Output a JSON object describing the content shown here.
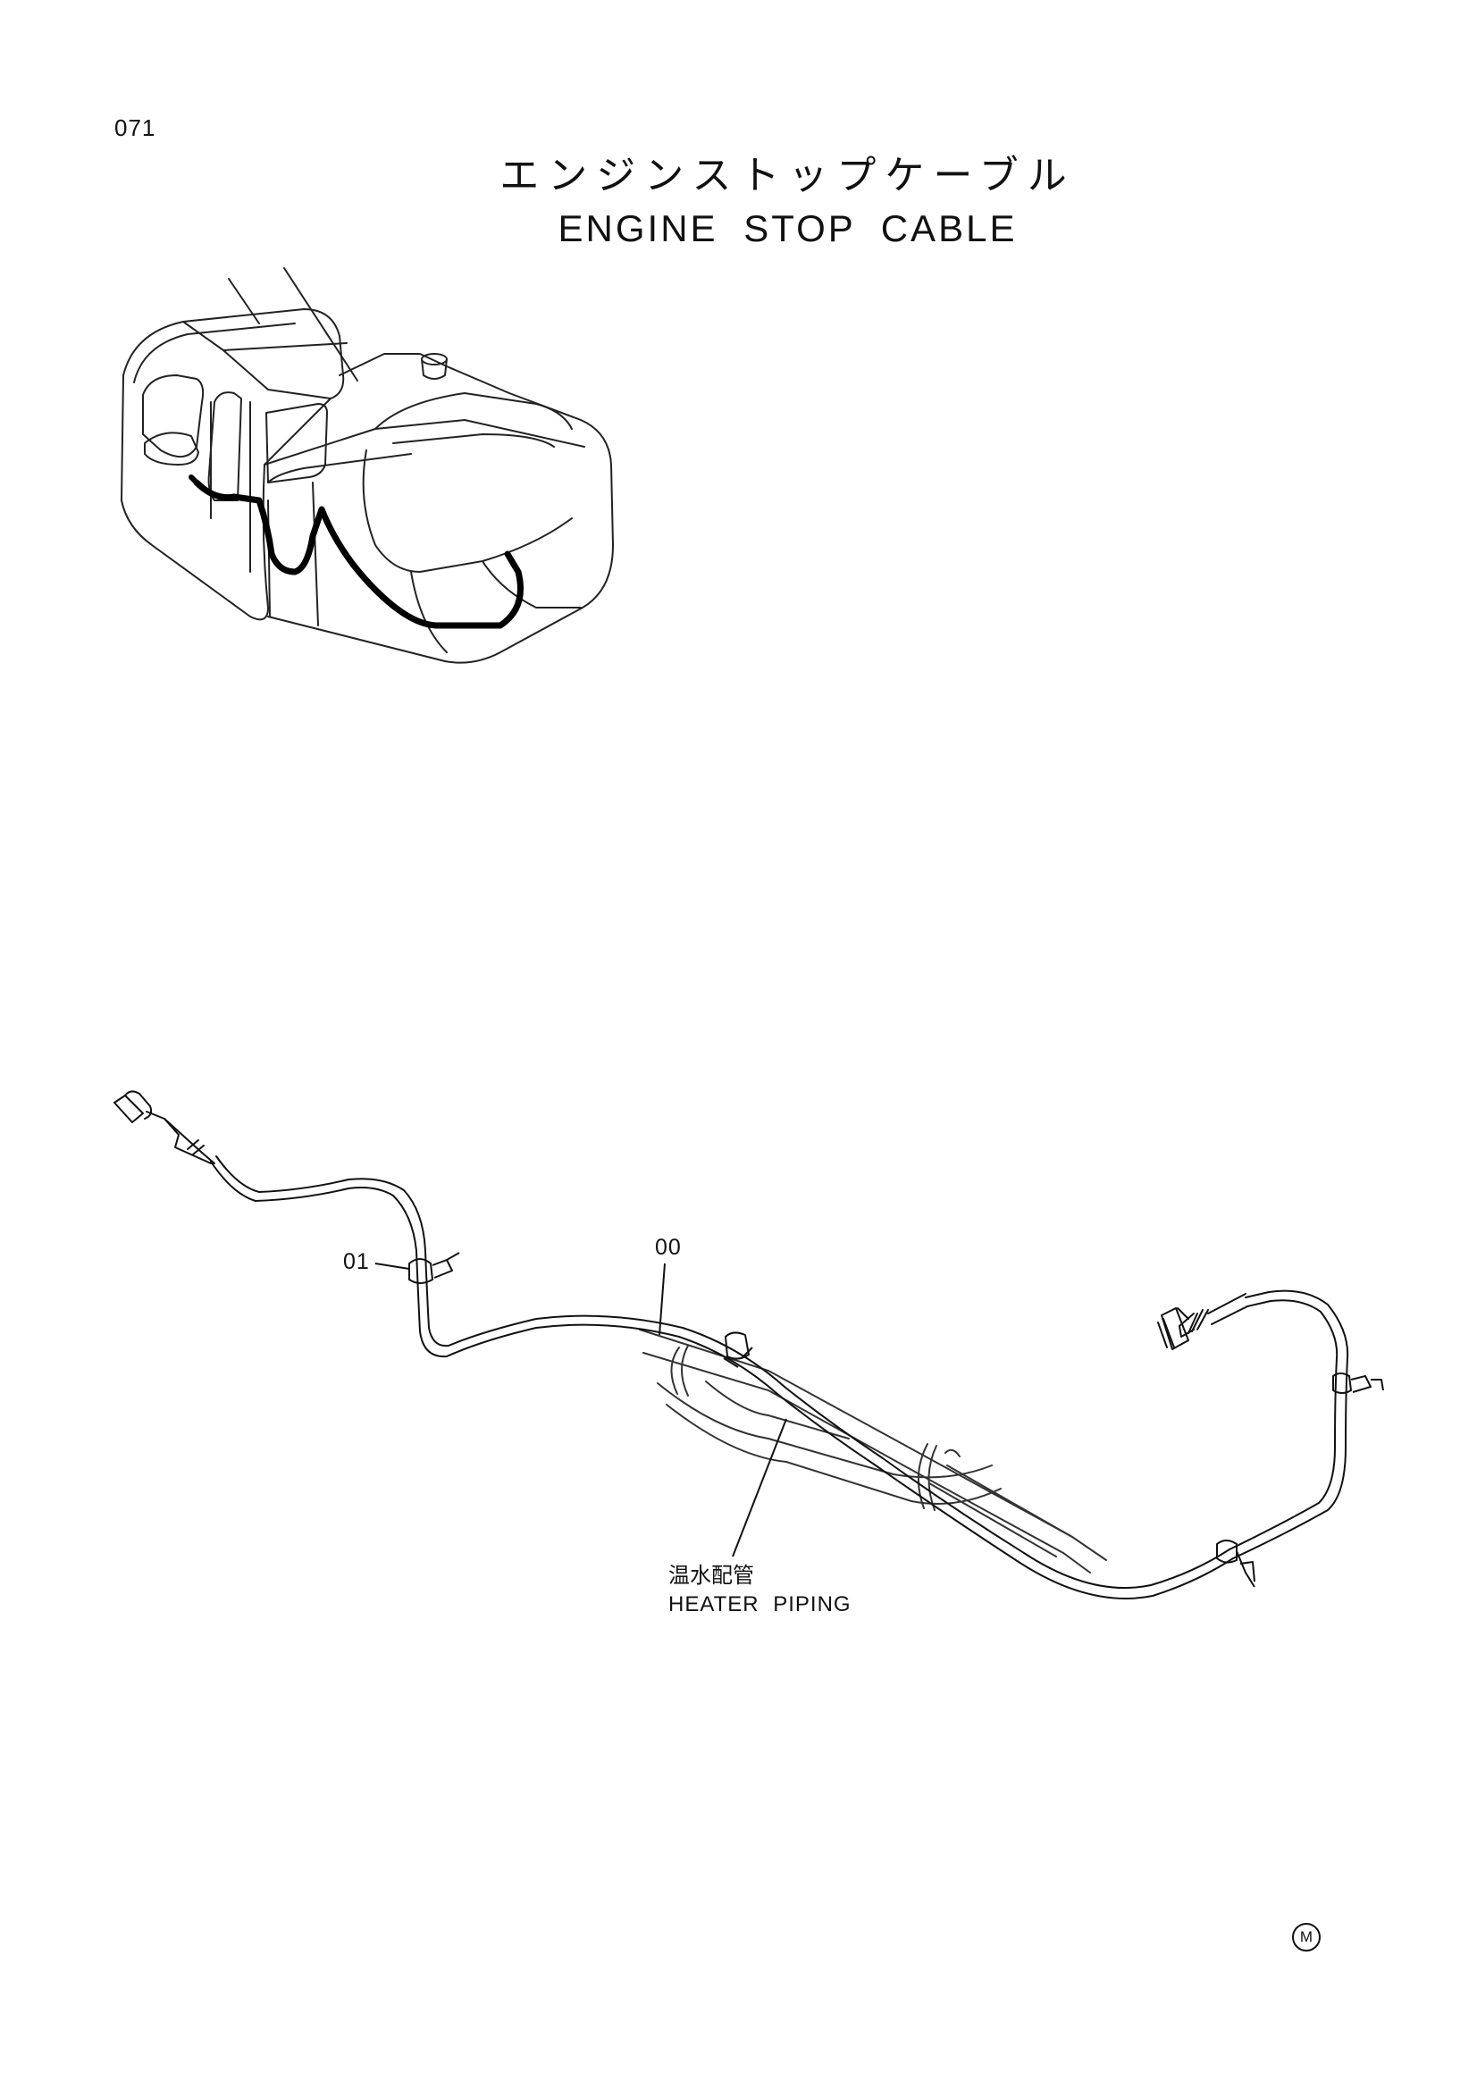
{
  "page": {
    "number": "071",
    "title_jp": "エンジンストップケーブル",
    "title_en": "ENGINE STOP CABLE"
  },
  "callouts": {
    "part_01": "01",
    "part_00": "00"
  },
  "heater": {
    "label_jp": "温水配管",
    "label_en": "HEATER PIPING"
  },
  "footer": {
    "mark": "M"
  }
}
